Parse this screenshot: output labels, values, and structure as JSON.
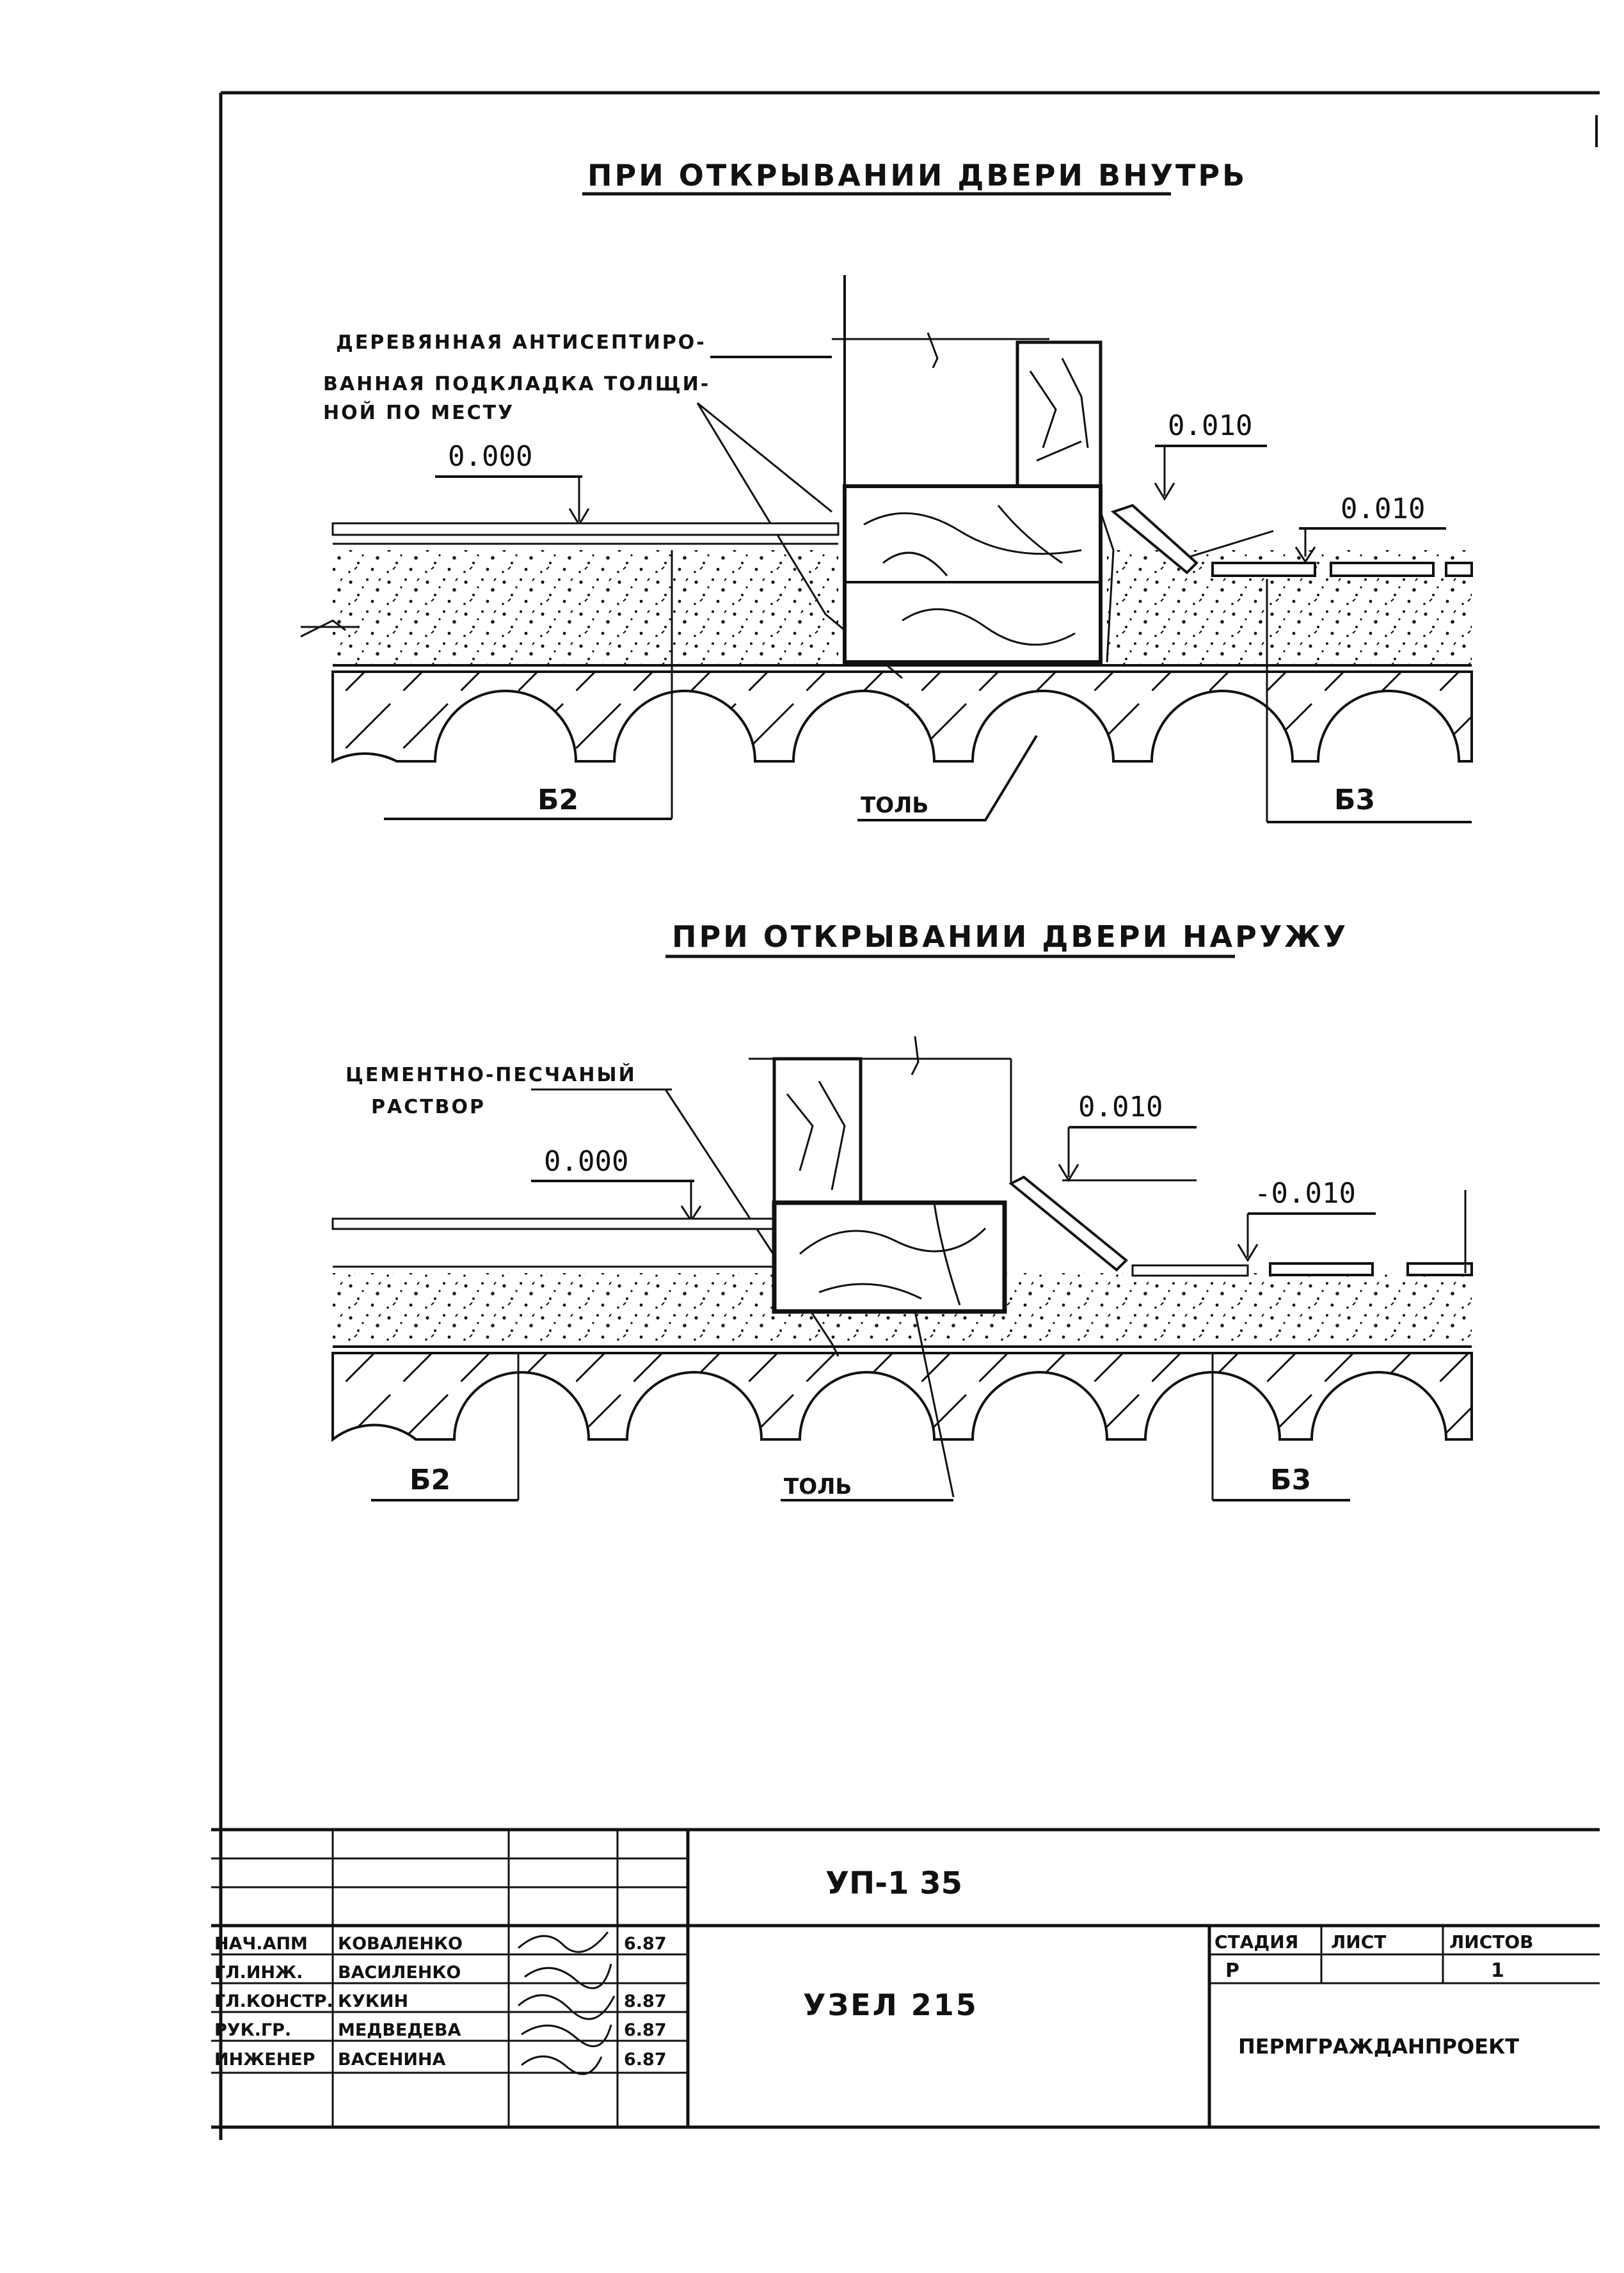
{
  "drawing_top": {
    "title": "ПРИ ОТКРЫВАНИИ ДВЕРИ ВНУТРЬ",
    "note_lines": [
      "ДЕРЕВЯННАЯ АНТИСЕПТИРО-",
      "ВАННАЯ ПОДКЛАДКА ТОЛЩИ-",
      "НОЙ ПО МЕСТУ"
    ],
    "level_floor": "0.000",
    "level_door": "0.010",
    "level_outside": "0.010",
    "panel_left": "Б2",
    "panel_right": "Б3",
    "seal_label": "ТОЛЬ"
  },
  "drawing_bottom": {
    "title": "ПРИ ОТКРЫВАНИИ ДВЕРИ НАРУЖУ",
    "note_lines": [
      "ЦЕМЕНТНО-ПЕСЧАНЫЙ",
      "РАСТВОР"
    ],
    "level_floor": "0.000",
    "level_door": "0.010",
    "level_outside": "-0.010",
    "panel_left": "Б2",
    "panel_right": "Б3",
    "seal_label": "ТОЛЬ"
  },
  "title_block": {
    "series": "УП-1 35",
    "node_name": "УЗЕЛ 215",
    "stage_header": "СТАДИЯ",
    "sheet_header": "ЛИСТ",
    "sheets_header": "ЛИСТОВ",
    "stage_value": "Р",
    "sheet_value": "",
    "sheets_value": "1",
    "organization": "ПЕРМГРАЖДАНПРОЕКТ",
    "signatories": [
      {
        "role": "НАЧ.АПМ",
        "name": "КОВАЛЕНКО",
        "date": "6.87"
      },
      {
        "role": "ГЛ.ИНЖ.",
        "name": "ВАСИЛЕНКО",
        "date": ""
      },
      {
        "role": "ГЛ.КОНСТР.",
        "name": "КУКИН",
        "date": "8.87"
      },
      {
        "role": "РУК.ГР.",
        "name": "МЕДВЕДЕВА",
        "date": "6.87"
      },
      {
        "role": "ИНЖЕНЕР",
        "name": "ВАСЕНИНА",
        "date": "6.87"
      }
    ]
  }
}
